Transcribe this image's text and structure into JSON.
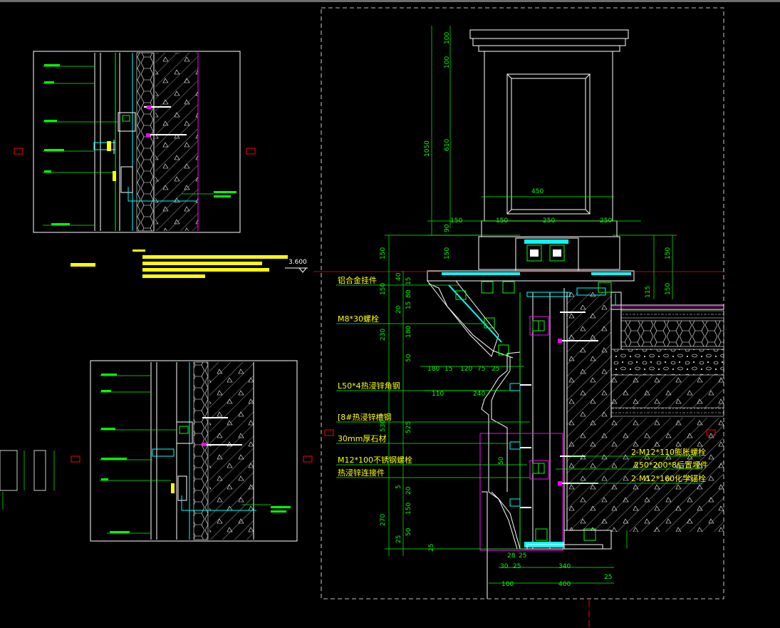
{
  "drawing": {
    "level_value": "3.600",
    "right_labels": [
      "铝合金挂件",
      "M8*30螺栓",
      "L50*4热浸锌角钢",
      "[8#热浸锌槽钢",
      "30mm厚石材",
      "M12*100不锈钢螺栓",
      "热浸锌连接件"
    ],
    "anchor_labels": [
      "2-M12*110膨胀螺栓",
      "250*200*8后置埋件",
      "2-M12*160化学锚栓"
    ],
    "vertical_dims": [
      "100",
      "100",
      "610",
      "1050",
      "90",
      "150",
      "150",
      "40",
      "150",
      "15",
      "80",
      "15",
      "20",
      "230",
      "180",
      "50",
      "525",
      "530",
      "50",
      "5",
      "20",
      "150",
      "270",
      "25",
      "50",
      "25",
      "150",
      "150",
      "115"
    ],
    "horizontal_dims": [
      "450",
      "150",
      "250",
      "250",
      "150",
      "180",
      "15",
      "120",
      "75",
      "25",
      "110",
      "240",
      "28",
      "25",
      "30",
      "25",
      "340",
      "100",
      "400",
      "25"
    ],
    "colors": {
      "background": "#000000",
      "outline": "#ffffff",
      "dimension": "#00ff00",
      "structure": "#00ffff",
      "annotation": "#ffff00",
      "symbol": "#ff0000",
      "insulation": "#ff00ff"
    }
  }
}
